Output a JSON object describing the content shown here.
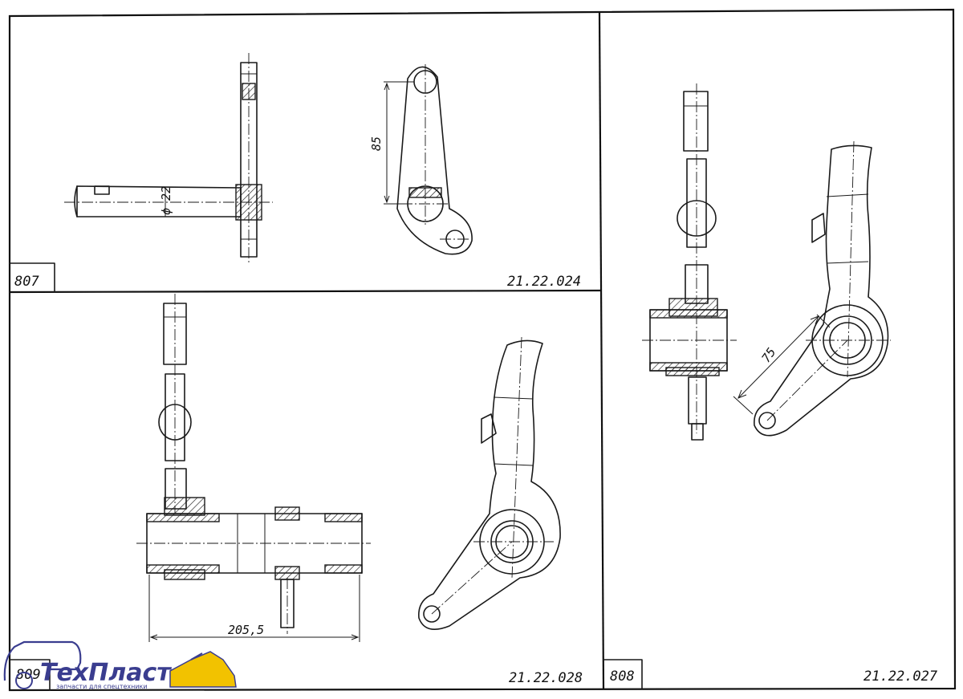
{
  "panels": [
    {
      "number": "807",
      "code": "21.22.024",
      "dimensions": [
        "85",
        "ϕ 22"
      ]
    },
    {
      "number": "809",
      "code": "21.22.028",
      "dimensions": [
        "205,5"
      ]
    },
    {
      "number": "808",
      "code": "21.22.027",
      "dimensions": [
        "75"
      ]
    }
  ],
  "logo": {
    "main": "ТехПласт",
    "tagline": "запчасти для спецтехники"
  },
  "colors": {
    "ink": "#1a1a1a",
    "logo": "#3a3d8f",
    "logo_accent": "#f2c200"
  }
}
